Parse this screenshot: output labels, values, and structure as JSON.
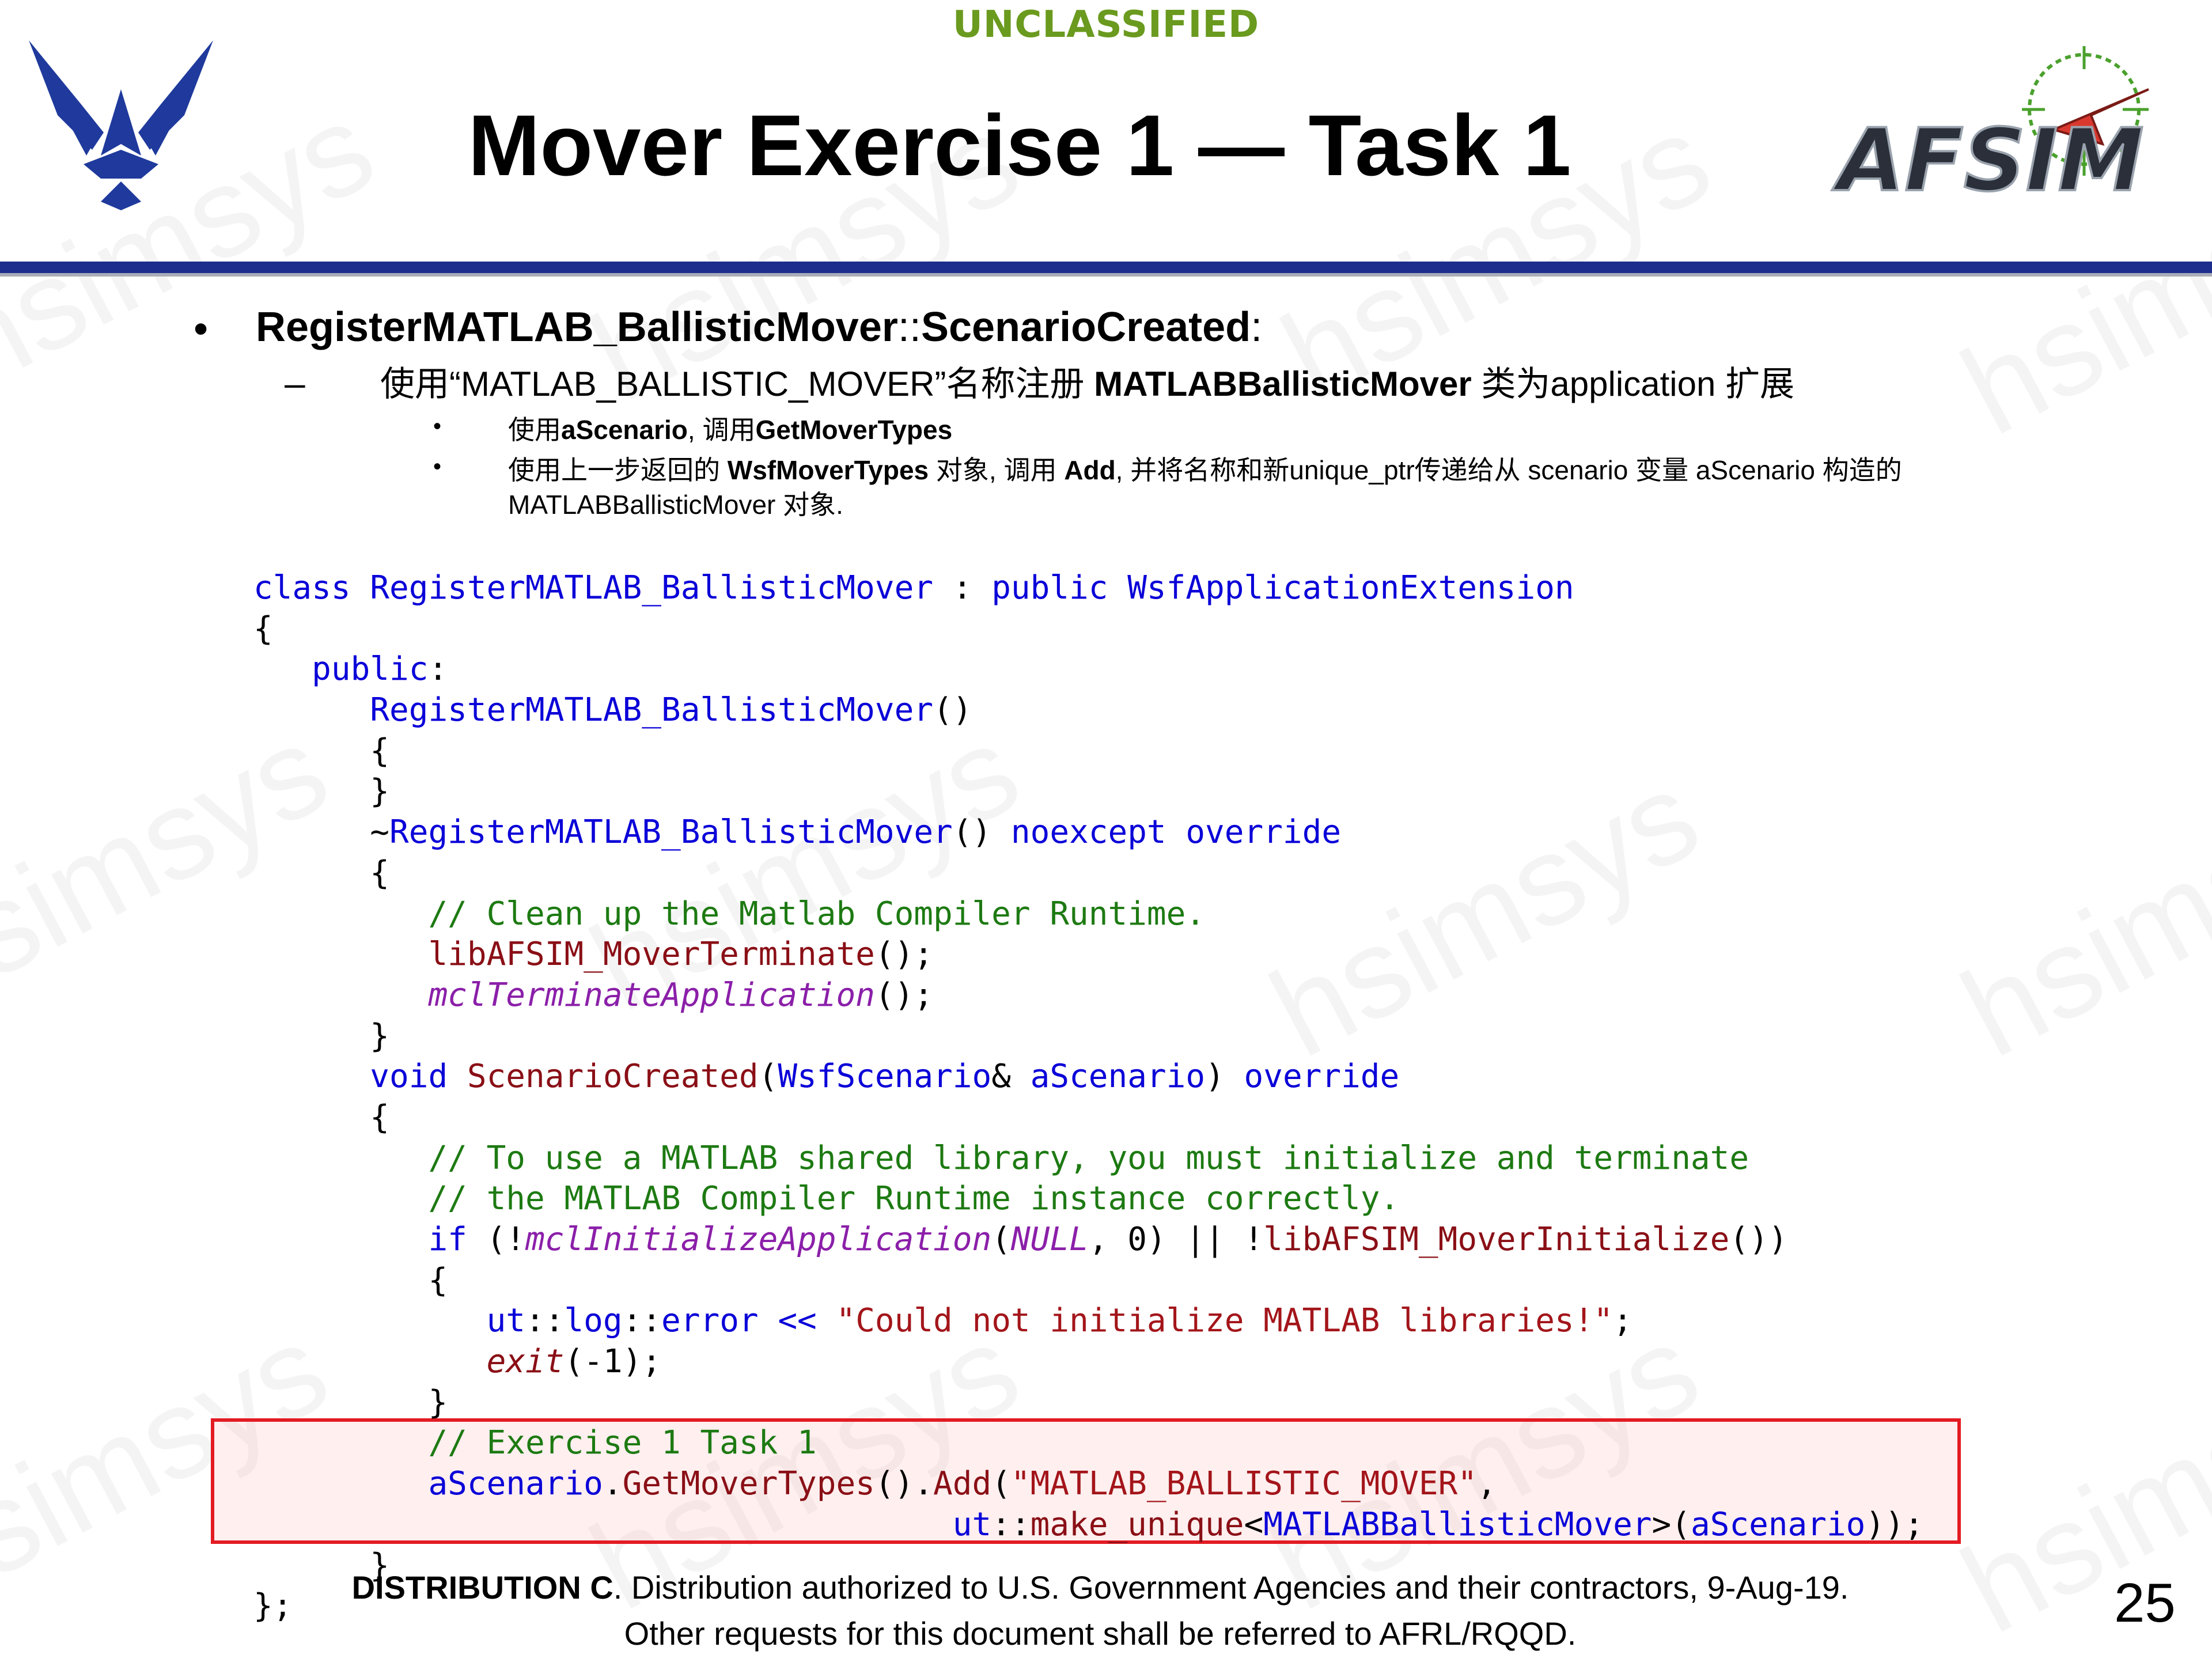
{
  "header": {
    "classification": "UNCLASSIFIED",
    "title": "Mover Exercise 1 — Task 1",
    "afsim_logo_text": "AFSIM"
  },
  "bullets": {
    "b1_prefix": "RegisterMATLAB_BallisticMover",
    "b1_sep": "::",
    "b1_method": "ScenarioCreated",
    "b1_suffix": ":",
    "b2_pre": "使用“MATLAB_BALLISTIC_MOVER”名称注册 ",
    "b2_bold": "MATLABBallisticMover",
    "b2_post": " 类为application 扩展",
    "b3_pre": "使用",
    "b3_bold1": "aScenario",
    "b3_mid": ", 调用",
    "b3_bold2": "GetMoverTypes",
    "b4_pre": "使用上一步返回的 ",
    "b4_bold1": "WsfMoverTypes",
    "b4_mid": " 对象, 调用 ",
    "b4_bold2": "Add",
    "b4_post": ", 并将名称和新unique_ptr传递给从 scenario 变量 aScenario 构造的 MATLABBallisticMover 对象."
  },
  "code": {
    "l1_kw": "class",
    "l1_name": "RegisterMATLAB_BallisticMover",
    "l1_colon": " : ",
    "l1_kw2": "public",
    "l1_base": "WsfApplicationExtension",
    "open_brace": "{",
    "close_brace": "}",
    "public_kw": "public",
    "colon": ":",
    "ctor_name": "RegisterMATLAB_BallisticMover",
    "parens": "()",
    "tilde": "~",
    "noexcept_kw": "noexcept",
    "override_kw": "override",
    "cmt_cleanup": "// Clean up the Matlab Compiler Runtime.",
    "fn_terminate": "libAFSIM_MoverTerminate",
    "fn_mcl_terminate": "mclTerminateApplication",
    "call_end": "();",
    "void_kw": "void",
    "fn_scenario_created": "ScenarioCreated",
    "open_paren": "(",
    "type_scenario": "WsfScenario",
    "amp": "& ",
    "param_scenario": "aScenario",
    "close_paren_space": ") ",
    "cmt_use1": "// To use a MATLAB shared library, you must initialize and terminate",
    "cmt_use2": "// the MATLAB Compiler Runtime instance correctly.",
    "if_kw": "if",
    "if_open": " (!",
    "fn_mcl_init": "mclInitializeApplication",
    "null_kw": "NULL",
    "if_args": ", 0) || !",
    "fn_init": "libAFSIM_MoverInitialize",
    "if_close": "())",
    "ns_ut": "ut",
    "scope": "::",
    "ns_log": "log",
    "fn_error": "error",
    "shift": " << ",
    "err_string": "\"Could not initialize MATLAB libraries!\"",
    "semicolon": ";",
    "fn_exit": "exit",
    "exit_args": "(-1);",
    "cmt_exercise": "// Exercise 1 Task 1",
    "obj_scenario": "aScenario",
    "dot": ".",
    "fn_get_mover_types": "GetMoverTypes",
    "dot_paren": "().",
    "fn_add": "Add",
    "mover_string": "\"MATLAB_BALLISTIC_MOVER\"",
    "comma": ",",
    "fn_make_unique": "make_unique",
    "lt": "<",
    "type_mover": "MATLABBallisticMover",
    "gt_paren": ">(",
    "arg_scenario": "aScenario",
    "tail": "));",
    "class_end": "};"
  },
  "footer": {
    "dist_bold": "DISTRIBUTION C",
    "dist_line1": ". Distribution authorized to U.S. Government Agencies and their contractors, 9-Aug-19.",
    "dist_line2": "Other requests for this document shall be referred to AFRL/RQQD.",
    "page_number": "25"
  },
  "watermark": "hsimsys",
  "colors": {
    "classification": "#6a9a1e",
    "rule_blue": "#1c2d8e",
    "keyword_blue": "#0a00d8",
    "function_red": "#8a0f16",
    "comment_green": "#1d7a12",
    "string_red": "#a3151a",
    "macro_purple": "#8b1fa9",
    "highlight_border": "#e31b23"
  }
}
